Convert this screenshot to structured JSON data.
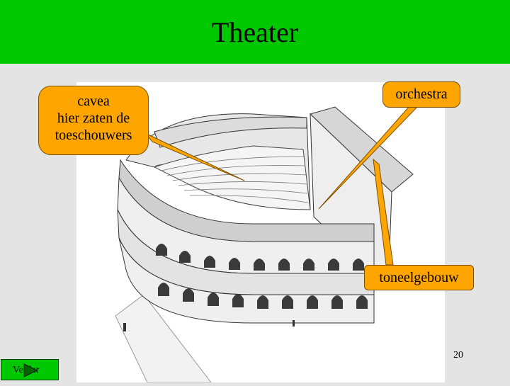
{
  "slide": {
    "title": "Theater",
    "page_number": "20"
  },
  "callouts": {
    "cavea": [
      "cavea",
      "hier zaten de",
      "toeschouwers"
    ],
    "orchestra": "orchestra",
    "toneelgebouw": "toneelgebouw"
  },
  "nav": {
    "next_label": "Verder",
    "next_icon": "play-arrow-icon"
  },
  "colors": {
    "header": "#00c800",
    "callout": "#ffa500",
    "background": "#e4e4e4"
  }
}
